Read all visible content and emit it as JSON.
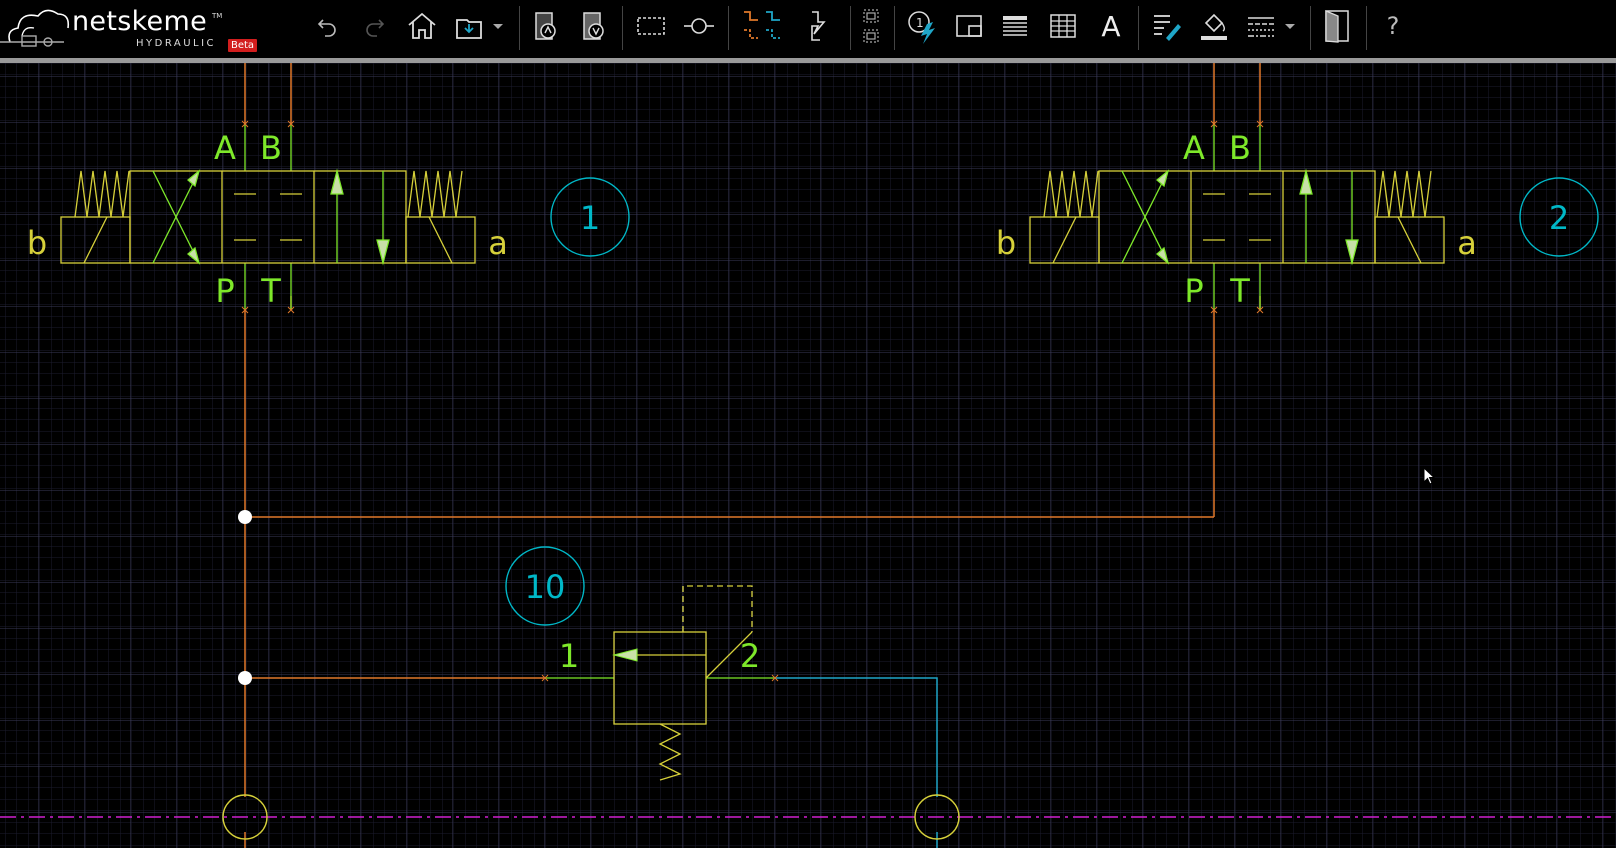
{
  "app": {
    "brand_name": "netskeme",
    "brand_sub": "HYDRAULIC",
    "brand_tm": "TM",
    "beta_badge": "Beta"
  },
  "toolbar": {
    "icons": [
      "undo-icon",
      "redo-icon",
      "home-icon",
      "save-icon",
      "dropdown-caret-icon",
      "add-circuit-icon",
      "add-component-icon",
      "select-rect-icon",
      "connection-node-icon",
      "line-style-icon",
      "electrical-icon",
      "group-icon",
      "component-number-icon",
      "frame-icon",
      "bom-list-icon",
      "table-icon",
      "text-icon",
      "edit-properties-icon",
      "fill-color-icon",
      "line-pattern-icon",
      "dropdown-caret-icon",
      "exit-icon",
      "help-icon"
    ],
    "text_tool_label": "A",
    "help_label": "?"
  },
  "colors": {
    "background": "#000000",
    "grid_minor": "#2a2a40",
    "grid_major": "#3c3c58",
    "pressure_line": "#e0782a",
    "return_line": "#1fa6c8",
    "component": "#d6d03a",
    "port_label": "#7ee82a",
    "balloon": "#00b8c8",
    "dash_line": "#d020d0",
    "node": "#ffffff"
  },
  "schematic": {
    "valve1": {
      "ports": [
        "A",
        "B",
        "P",
        "T"
      ],
      "side_left": "b",
      "side_right": "a",
      "balloon": "1"
    },
    "valve2": {
      "ports": [
        "A",
        "B",
        "P",
        "T"
      ],
      "side_left": "b",
      "side_right": "a",
      "balloon": "2"
    },
    "relief_valve": {
      "port_in": "1",
      "port_out": "2",
      "balloon": "10"
    }
  }
}
